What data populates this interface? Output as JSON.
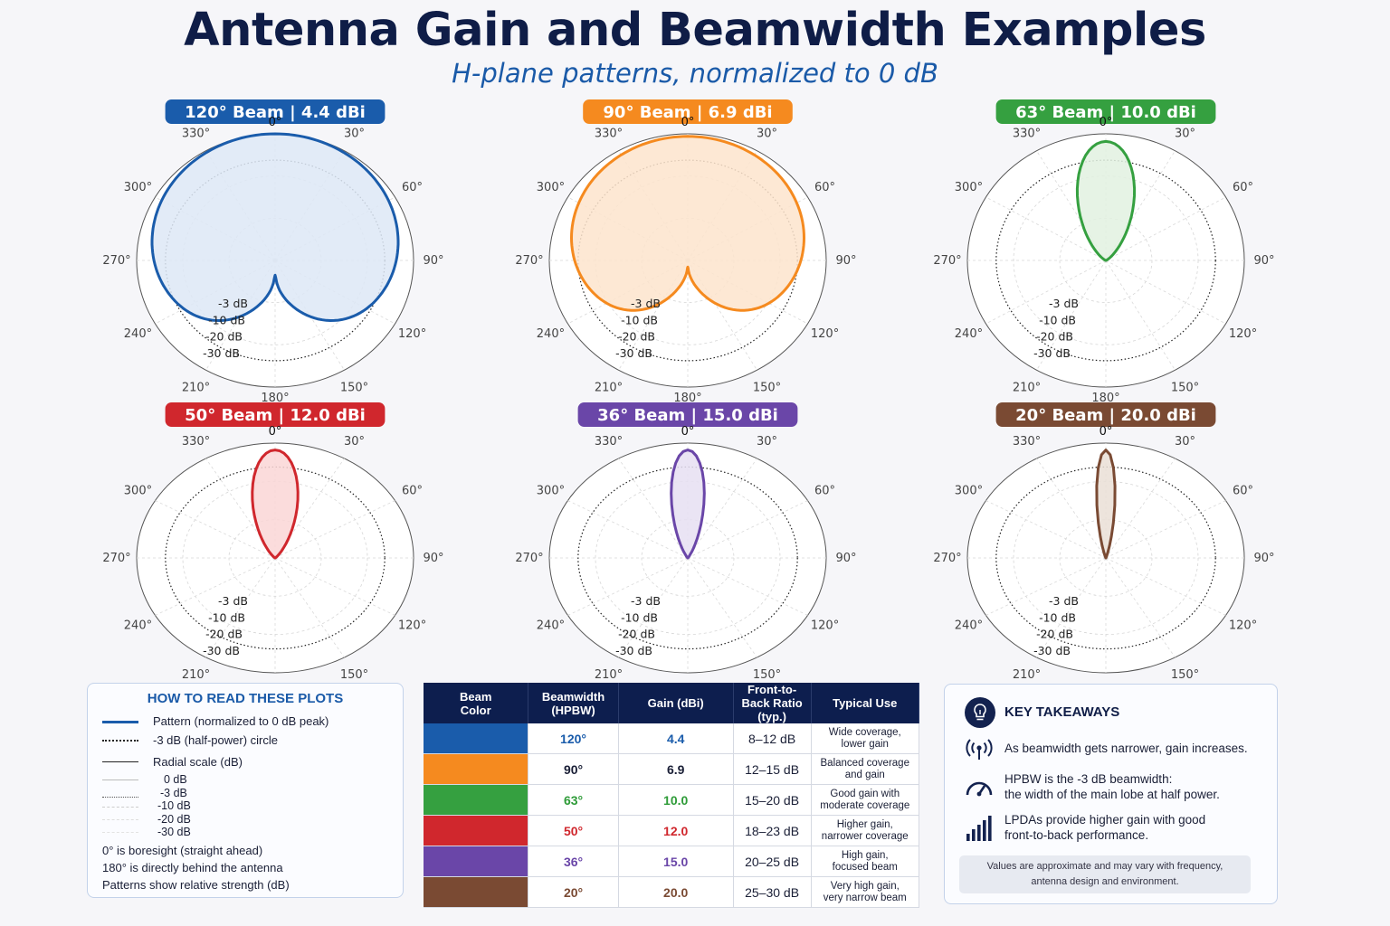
{
  "title": "Antenna Gain and Beamwidth Examples",
  "subtitle": "H-plane patterns, normalized to 0 dB",
  "angle_labels": [
    "0°",
    "30°",
    "60°",
    "90°",
    "120°",
    "150°",
    "180°",
    "210°",
    "240°",
    "270°",
    "300°",
    "330°"
  ],
  "db_labels": [
    "-3 dB",
    "-10 dB",
    "-20 dB",
    "-30 dB"
  ],
  "chart_data": [
    {
      "type": "polar",
      "title": "120° Beam | 4.4 dBi",
      "beamwidth_deg": 120,
      "gain_dbi": 4.4,
      "color": "#1a5cab",
      "fill": "#dde8f6",
      "radial_range_db": [
        -30,
        0
      ],
      "half_power_db": -3
    },
    {
      "type": "polar",
      "title": "90° Beam | 6.9 dBi",
      "beamwidth_deg": 90,
      "gain_dbi": 6.9,
      "color": "#f58a1f",
      "fill": "#fde4cc",
      "radial_range_db": [
        -30,
        0
      ],
      "half_power_db": -3
    },
    {
      "type": "polar",
      "title": "63° Beam | 10.0 dBi",
      "beamwidth_deg": 63,
      "gain_dbi": 10.0,
      "color": "#35a040",
      "fill": "#e2f1e1",
      "radial_range_db": [
        -30,
        0
      ],
      "half_power_db": -3
    },
    {
      "type": "polar",
      "title": "50° Beam | 12.0 dBi",
      "beamwidth_deg": 50,
      "gain_dbi": 12.0,
      "color": "#d0272d",
      "fill": "#fad6d6",
      "radial_range_db": [
        -30,
        0
      ],
      "half_power_db": -3
    },
    {
      "type": "polar",
      "title": "36° Beam | 15.0 dBi",
      "beamwidth_deg": 36,
      "gain_dbi": 15.0,
      "color": "#6a46a8",
      "fill": "#e6dff2",
      "radial_range_db": [
        -30,
        0
      ],
      "half_power_db": -3
    },
    {
      "type": "polar",
      "title": "20° Beam | 20.0 dBi",
      "beamwidth_deg": 20,
      "gain_dbi": 20.0,
      "color": "#7a4a33",
      "fill": "#eadfd6",
      "radial_range_db": [
        -30,
        0
      ],
      "half_power_db": -3
    }
  ],
  "howto": {
    "heading": "HOW TO READ THESE PLOTS",
    "pattern": "Pattern (normalized to 0 dB peak)",
    "half_power": "-3 dB (half-power) circle",
    "radial": "Radial scale (dB)",
    "scale": [
      "0 dB",
      "-3 dB",
      "-10 dB",
      "-20 dB",
      "-30 dB"
    ],
    "notes": [
      "0° is boresight (straight ahead)",
      "180° is directly behind the antenna",
      "Patterns show relative strength (dB)"
    ]
  },
  "table": {
    "headers": [
      "Beam Color",
      "Beamwidth (HPBW)",
      "Gain (dBi)",
      "Front-to-Back Ratio (typ.)",
      "Typical Use"
    ],
    "rows": [
      {
        "color": "#1a5cab",
        "beamwidth": "120°",
        "gain": "4.4",
        "fb": "8–12 dB",
        "use": [
          "Wide coverage,",
          "lower gain"
        ],
        "text_color": "#1a5cab"
      },
      {
        "color": "#f58a1f",
        "beamwidth": "90°",
        "gain": "6.9",
        "fb": "12–15 dB",
        "use": [
          "Balanced coverage",
          "and gain"
        ],
        "text_color": "#1a1f36"
      },
      {
        "color": "#35a040",
        "beamwidth": "63°",
        "gain": "10.0",
        "fb": "15–20 dB",
        "use": [
          "Good gain with",
          "moderate coverage"
        ],
        "text_color": "#2e9b38"
      },
      {
        "color": "#d0272d",
        "beamwidth": "50°",
        "gain": "12.0",
        "fb": "18–23 dB",
        "use": [
          "Higher gain,",
          "narrower coverage"
        ],
        "text_color": "#d0272d"
      },
      {
        "color": "#6a46a8",
        "beamwidth": "36°",
        "gain": "15.0",
        "fb": "20–25 dB",
        "use": [
          "High gain,",
          "focused beam"
        ],
        "text_color": "#6a46a8"
      },
      {
        "color": "#7a4a33",
        "beamwidth": "20°",
        "gain": "20.0",
        "fb": "25–30 dB",
        "use": [
          "Very high gain,",
          "very narrow beam"
        ],
        "text_color": "#7a4a33"
      }
    ]
  },
  "takeaways": {
    "heading": "KEY TAKEAWAYS",
    "items": [
      {
        "icon": "antenna-signal-icon",
        "text": [
          "As beamwidth gets narrower, gain increases."
        ]
      },
      {
        "icon": "gauge-icon",
        "text": [
          "HPBW is the -3 dB beamwidth:",
          "the width of the main lobe at half power."
        ]
      },
      {
        "icon": "signal-bars-icon",
        "text": [
          "LPDAs provide higher gain with good",
          "front-to-back performance."
        ]
      }
    ],
    "note": [
      "Values are approximate and may vary with frequency,",
      "antenna design and environment."
    ]
  }
}
